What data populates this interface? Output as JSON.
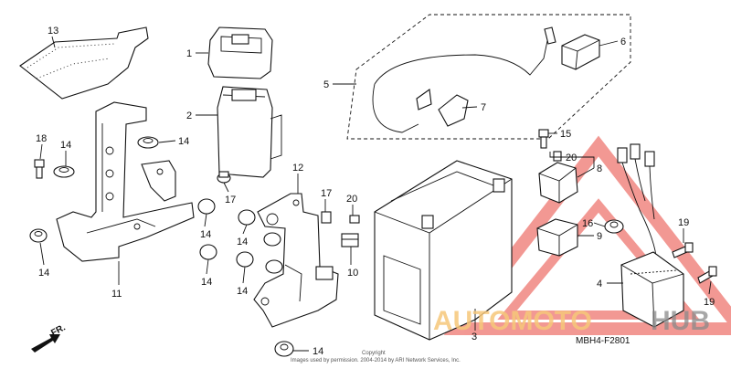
{
  "diagram_code": "MBH4-F2801",
  "front_marker": "FR.",
  "copyright": {
    "line1": "Copyright",
    "line2": "Images used by permission. 2004-2014 by ARI Network Services, Inc."
  },
  "watermark": {
    "part1": "AUTOMOTO",
    "part2": "HUB",
    "triangle_color": "#e8453c",
    "text_color": "#f6b54a"
  },
  "callouts": [
    "13",
    "1",
    "2",
    "18",
    "14",
    "14",
    "17",
    "11",
    "14",
    "12",
    "17",
    "20",
    "14",
    "14",
    "14",
    "14",
    "10",
    "14",
    "5",
    "6",
    "7",
    "15",
    "20",
    "8",
    "16",
    "9",
    "3",
    "4",
    "19",
    "19"
  ]
}
